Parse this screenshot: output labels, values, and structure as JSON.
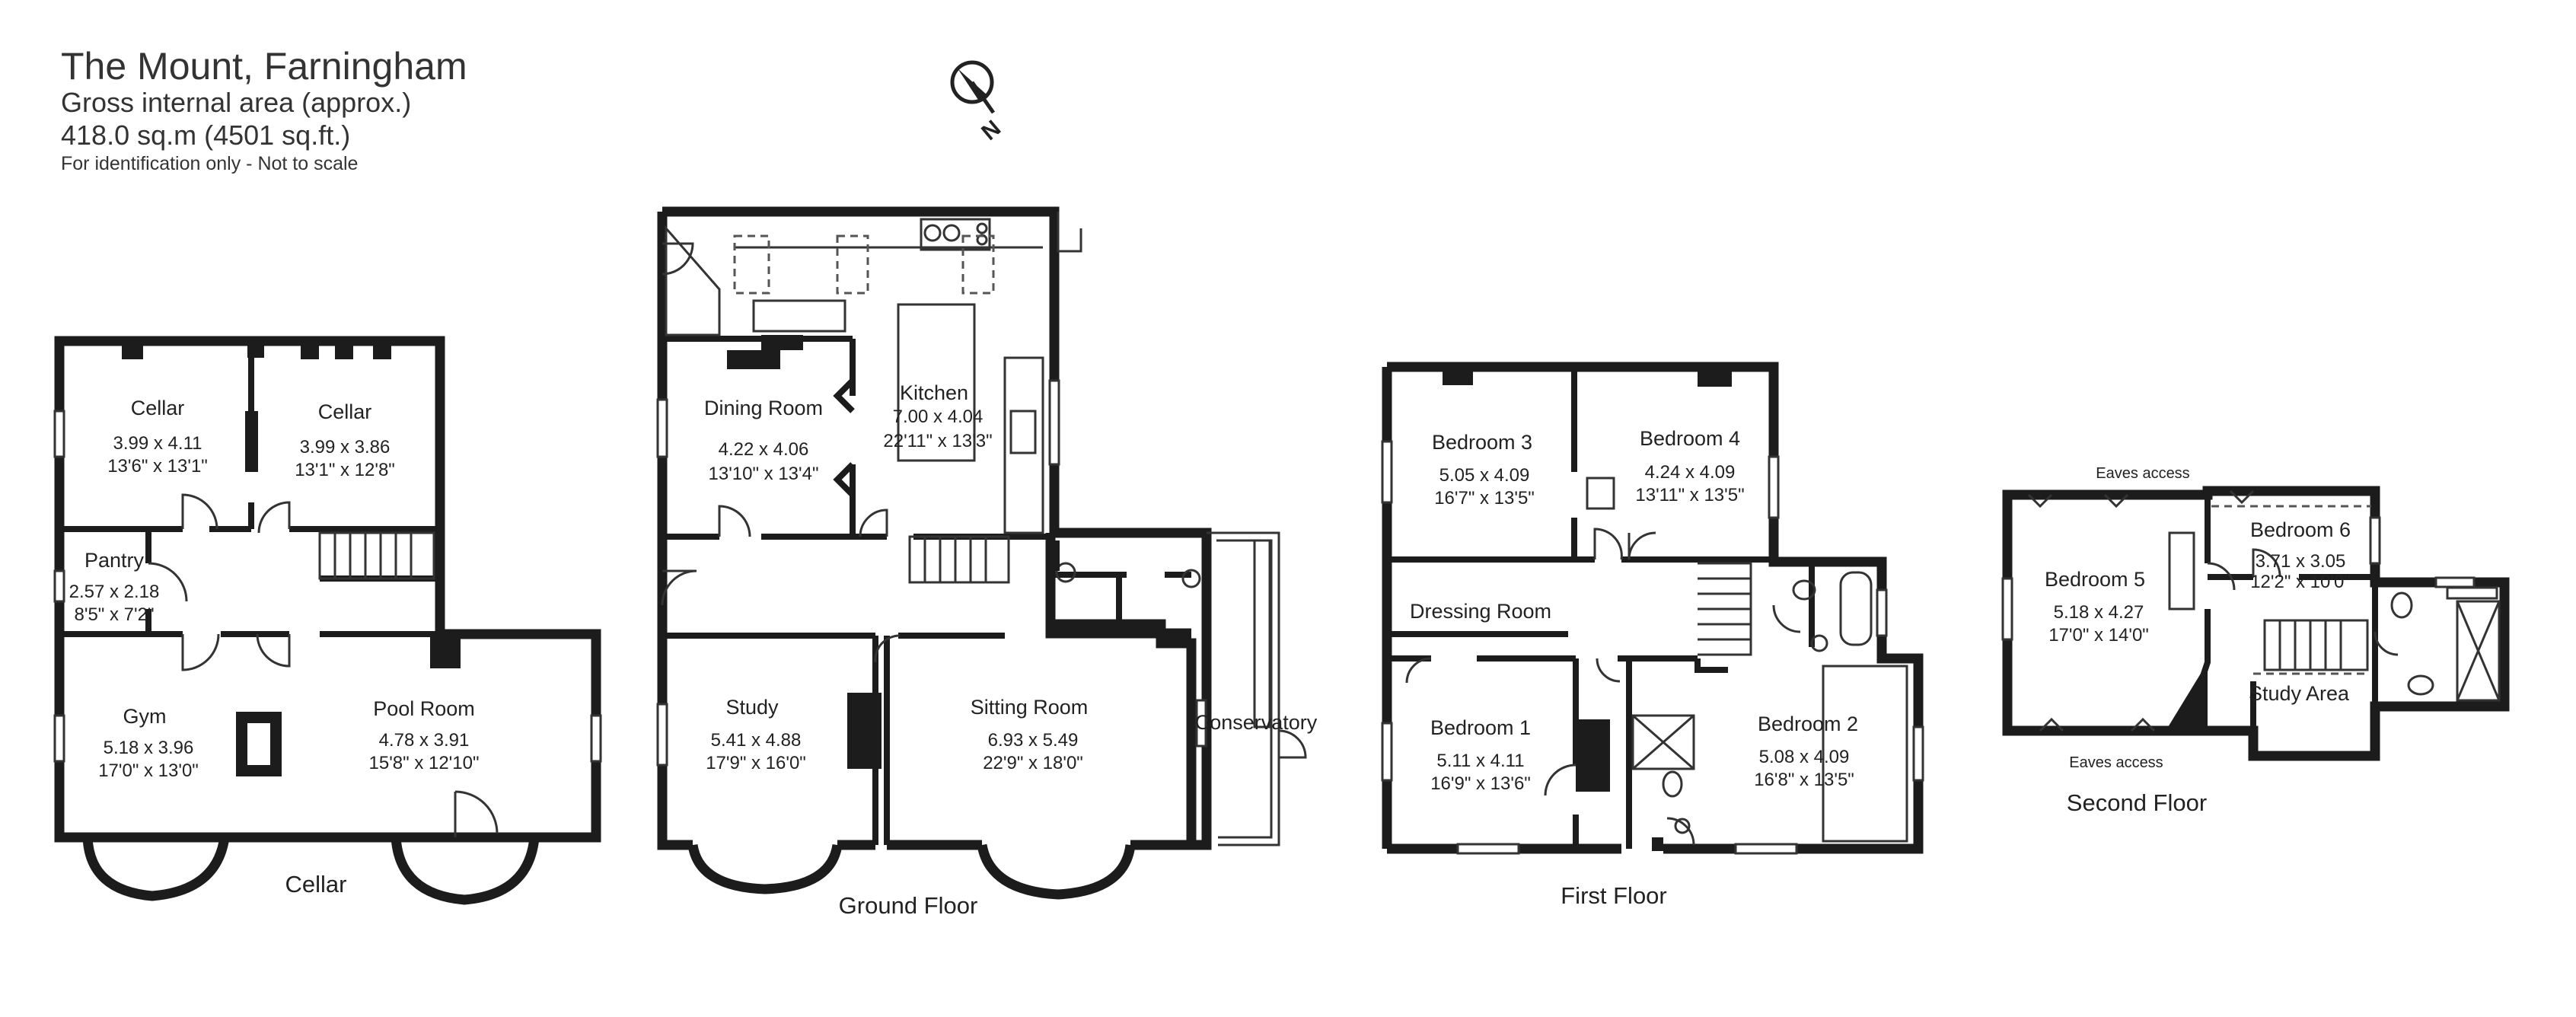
{
  "header": {
    "title": "The Mount, Farningham",
    "area_label": "Gross internal area (approx.)",
    "area": "418.0 sq.m (4501 sq.ft.)",
    "note": "For identification only - Not to scale"
  },
  "compass": {
    "label": "N",
    "icon": "north-arrow-icon"
  },
  "floors": {
    "cellar": {
      "label": "Cellar",
      "rooms": {
        "cellar_1": {
          "name": "Cellar",
          "metric": "3.99 x 4.11",
          "imperial": "13'6\" x 13'1\""
        },
        "cellar_2": {
          "name": "Cellar",
          "metric": "3.99 x 3.86",
          "imperial": "13'1\" x 12'8\""
        },
        "pantry": {
          "name": "Pantry",
          "metric": "2.57 x 2.18",
          "imperial": "8'5\" x 7'2\""
        },
        "gym": {
          "name": "Gym",
          "metric": "5.18 x 3.96",
          "imperial": "17'0\" x 13'0\""
        },
        "pool_room": {
          "name": "Pool Room",
          "metric": "4.78 x 3.91",
          "imperial": "15'8\" x 12'10\""
        }
      }
    },
    "ground": {
      "label": "Ground Floor",
      "rooms": {
        "dining_room": {
          "name": "Dining Room",
          "metric": "4.22 x 4.06",
          "imperial": "13'10\" x 13'4\""
        },
        "kitchen": {
          "name": "Kitchen",
          "metric": "7.00 x 4.04",
          "imperial": "22'11\" x 13'3\""
        },
        "study": {
          "name": "Study",
          "metric": "5.41 x 4.88",
          "imperial": "17'9\" x 16'0\""
        },
        "sitting_room": {
          "name": "Sitting Room",
          "metric": "6.93 x 5.49",
          "imperial": "22'9\" x 18'0\""
        },
        "conservatory": {
          "name": "Conservatory"
        }
      }
    },
    "first": {
      "label": "First Floor",
      "rooms": {
        "bedroom_3": {
          "name": "Bedroom 3",
          "metric": "5.05 x 4.09",
          "imperial": "16'7\" x 13'5\""
        },
        "bedroom_4": {
          "name": "Bedroom 4",
          "metric": "4.24 x 4.09",
          "imperial": "13'11\" x 13'5\""
        },
        "dressing_room": {
          "name": "Dressing Room"
        },
        "bedroom_1": {
          "name": "Bedroom 1",
          "metric": "5.11 x 4.11",
          "imperial": "16'9\" x 13'6\""
        },
        "bedroom_2": {
          "name": "Bedroom 2",
          "metric": "5.08 x 4.09",
          "imperial": "16'8\" x 13'5\""
        }
      }
    },
    "second": {
      "label": "Second Floor",
      "eaves_top": "Eaves access",
      "eaves_bottom": "Eaves access",
      "rooms": {
        "bedroom_5": {
          "name": "Bedroom 5",
          "metric": "5.18 x 4.27",
          "imperial": "17'0\" x 14'0\""
        },
        "bedroom_6": {
          "name": "Bedroom 6",
          "metric": "3.71 x 3.05",
          "imperial": "12'2\" x 10'0\""
        },
        "study_area": {
          "name": "Study Area"
        }
      }
    }
  }
}
